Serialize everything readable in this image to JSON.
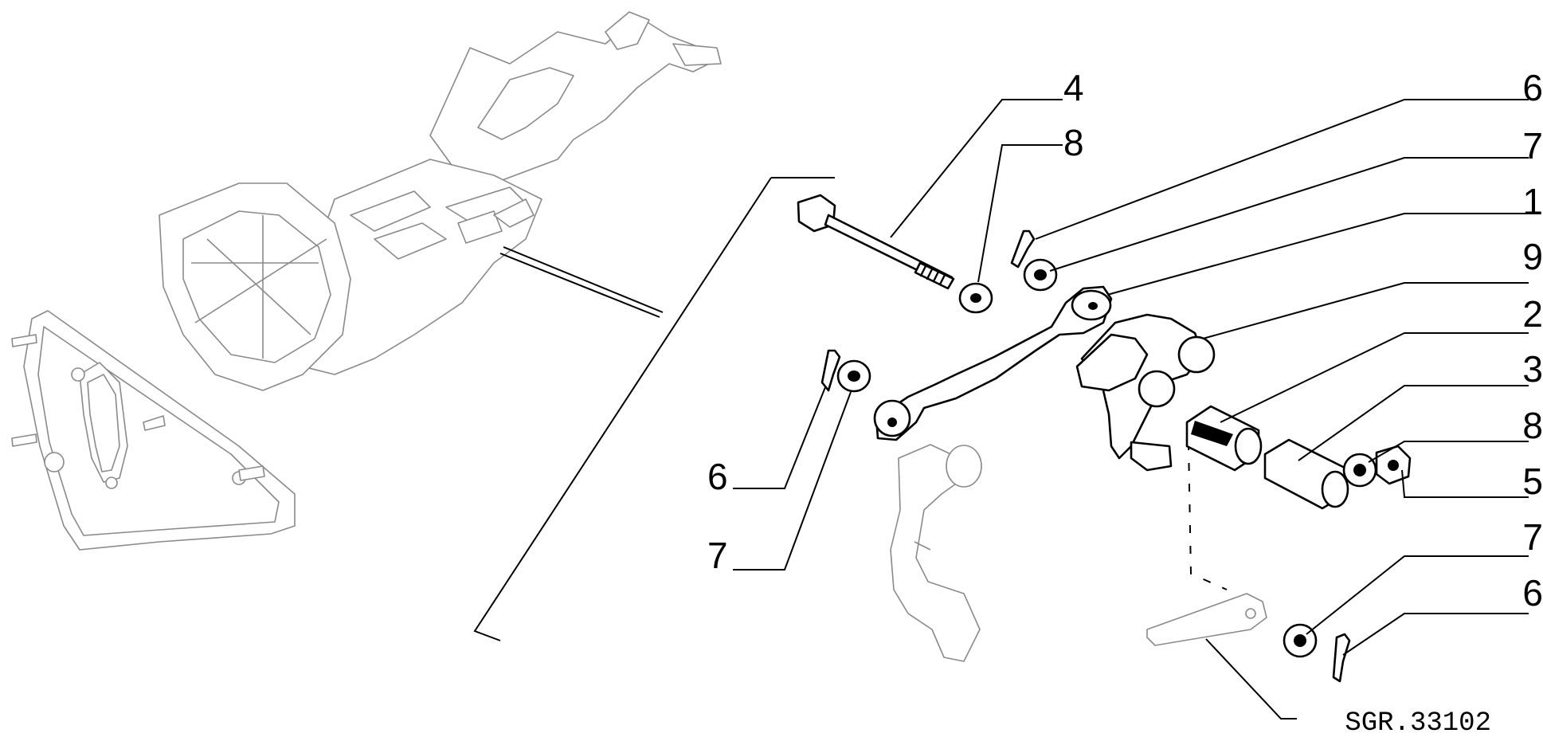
{
  "callouts": {
    "c_4": "4",
    "c_8_top": "8",
    "c_6_top": "6",
    "c_7_top": "7",
    "c_1": "1",
    "c_9": "9",
    "c_2": "2",
    "c_3": "3",
    "c_8_mid": "8",
    "c_5": "5",
    "c_7_low": "7",
    "c_6_low": "6",
    "c_6_left": "6",
    "c_7_left": "7"
  },
  "reference_code": "SGR.33102"
}
